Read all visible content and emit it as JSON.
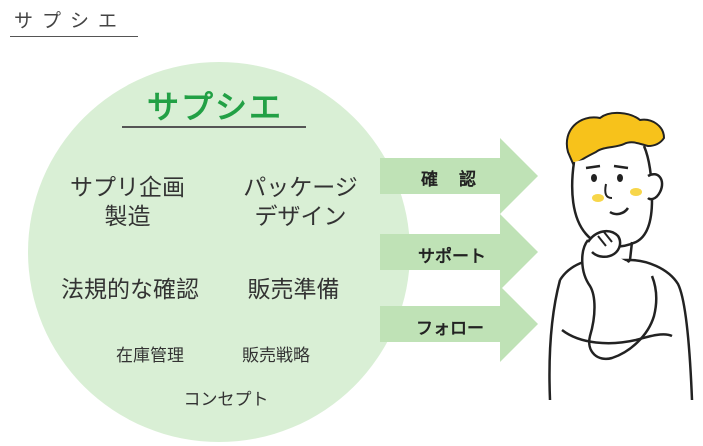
{
  "header": {
    "title": "サプシエ"
  },
  "circle": {
    "title": "サプシエ",
    "items": {
      "supplement_planning_line1": "サプリ企画",
      "supplement_planning_line2": "製造",
      "package_design_line1": "パッケージ",
      "package_design_line2": "デザイン",
      "legal_check": "法規的な確認",
      "sales_prep": "販売準備",
      "inventory": "在庫管理",
      "sales_strategy": "販売戦略",
      "concept": "コンセプト"
    }
  },
  "arrows": [
    {
      "label": "確　認"
    },
    {
      "label": "サポート"
    },
    {
      "label": "フォロー"
    }
  ],
  "colors": {
    "circle": "#d9efd5",
    "brand": "#22a045",
    "arrow": "#bfe2b6",
    "hair": "#f7c21b",
    "cheek": "#f7d64a"
  },
  "icons": {
    "person": "thinking-man-illustration"
  }
}
